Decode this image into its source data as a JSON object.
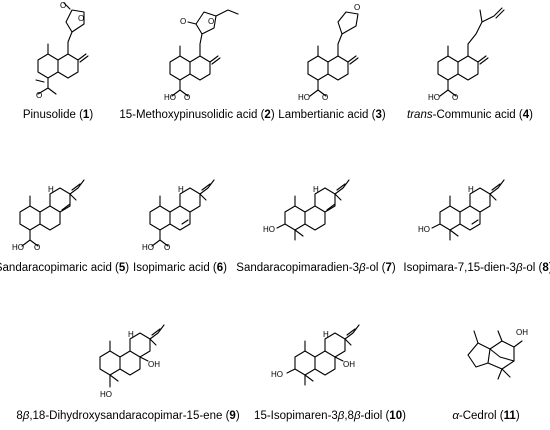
{
  "compounds": [
    {
      "id": 1,
      "parts": [
        {
          "t": "Pinusolide ("
        },
        {
          "t": "1",
          "b": true
        },
        {
          "t": ")"
        }
      ]
    },
    {
      "id": 2,
      "parts": [
        {
          "t": "15-Methoxypinusolidic acid ("
        },
        {
          "t": "2",
          "b": true
        },
        {
          "t": ")"
        }
      ]
    },
    {
      "id": 3,
      "parts": [
        {
          "t": "Lambertianic acid ("
        },
        {
          "t": "3",
          "b": true
        },
        {
          "t": ")"
        }
      ]
    },
    {
      "id": 4,
      "parts": [
        {
          "t": "trans",
          "i": true
        },
        {
          "t": "-Communic acid ("
        },
        {
          "t": "4",
          "b": true
        },
        {
          "t": ")"
        }
      ]
    },
    {
      "id": 5,
      "parts": [
        {
          "t": "Sandaracopimaric acid ("
        },
        {
          "t": "5",
          "b": true
        },
        {
          "t": ")"
        }
      ]
    },
    {
      "id": 6,
      "parts": [
        {
          "t": "Isopimaric acid ("
        },
        {
          "t": "6",
          "b": true
        },
        {
          "t": ")"
        }
      ]
    },
    {
      "id": 7,
      "parts": [
        {
          "t": "Sandaracopimaradien-3"
        },
        {
          "t": "β",
          "i": true
        },
        {
          "t": "-ol ("
        },
        {
          "t": "7",
          "b": true
        },
        {
          "t": ")"
        }
      ]
    },
    {
      "id": 8,
      "parts": [
        {
          "t": "Isopimara-7,15-dien-3"
        },
        {
          "t": "β",
          "i": true
        },
        {
          "t": "-ol ("
        },
        {
          "t": "8",
          "b": true
        },
        {
          "t": ")"
        }
      ]
    },
    {
      "id": 9,
      "parts": [
        {
          "t": "8"
        },
        {
          "t": "β",
          "i": true
        },
        {
          "t": ",18-Dihydroxysandaracopimar-15-ene ("
        },
        {
          "t": "9",
          "b": true
        },
        {
          "t": ")"
        }
      ]
    },
    {
      "id": 10,
      "parts": [
        {
          "t": "15-Isopimaren-3"
        },
        {
          "t": "β",
          "i": true
        },
        {
          "t": ",8"
        },
        {
          "t": "β",
          "i": true
        },
        {
          "t": "-diol ("
        },
        {
          "t": "10",
          "b": true
        },
        {
          "t": ")"
        }
      ]
    },
    {
      "id": 11,
      "parts": [
        {
          "t": "α",
          "i": true
        },
        {
          "t": "-Cedrol ("
        },
        {
          "t": "11",
          "b": true
        },
        {
          "t": ")"
        }
      ]
    }
  ],
  "atom_labels": {
    "O": "O",
    "OH": "OH",
    "HO": "HO",
    "H": "H"
  }
}
